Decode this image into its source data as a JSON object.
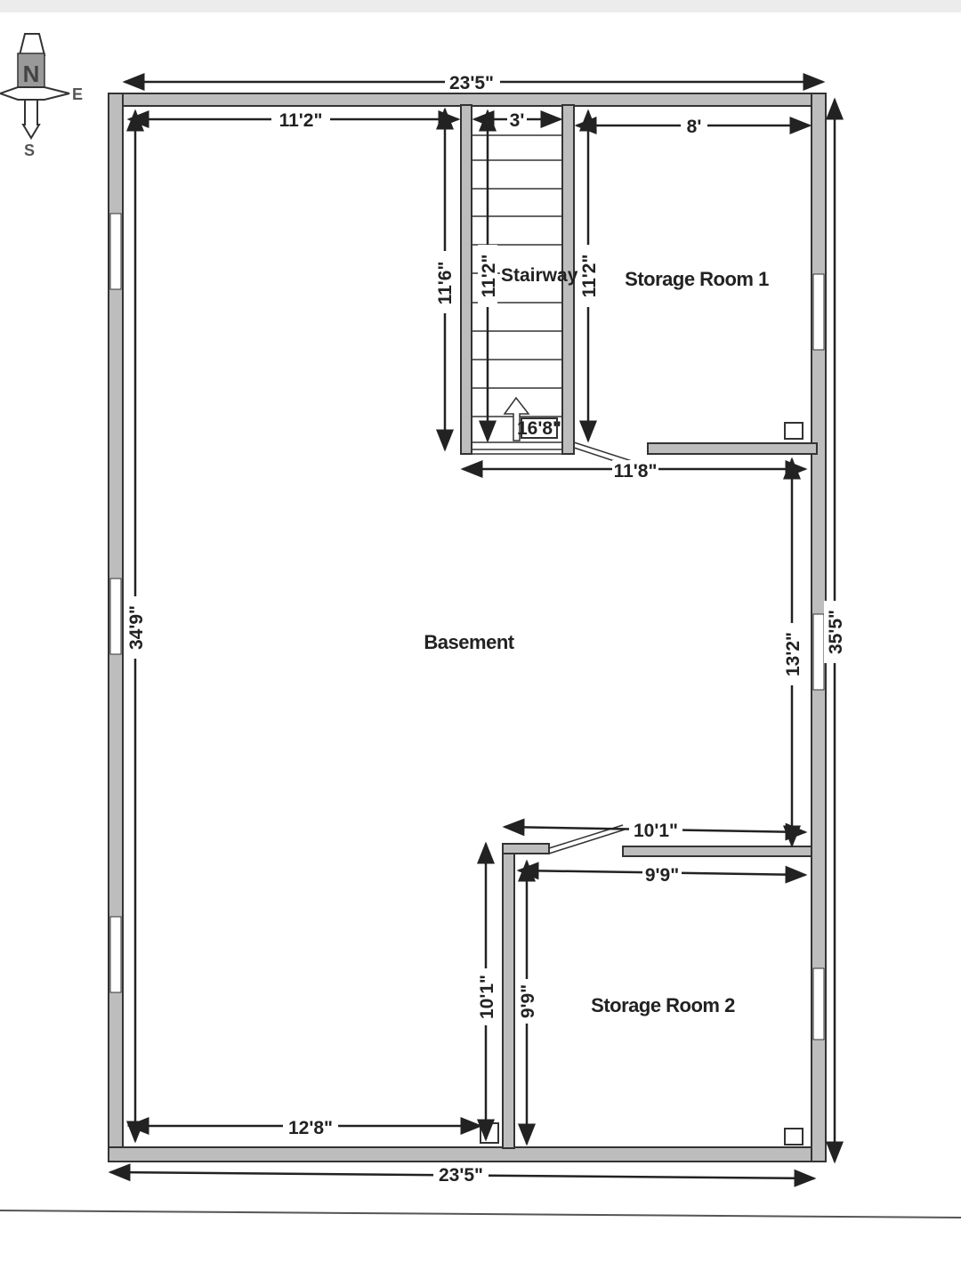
{
  "compass": {
    "north": "N",
    "east": "E",
    "south": "S"
  },
  "rooms": {
    "basement": "Basement",
    "storage_room_1": "Storage Room 1",
    "storage_room_2": "Storage Room 2",
    "stairway": "Stairway"
  },
  "dimensions": {
    "top_overall": "23'5\"",
    "bottom_overall": "23'5\"",
    "basement_top_width": "11'2\"",
    "stair_width": "3'",
    "storage1_width": "8'",
    "stair_outer_length": "11'6\"",
    "stair_inner_length": "11'2\"",
    "storage1_depth": "11'2\"",
    "stair_step": "16'8\"",
    "mid_width": "11'8\"",
    "left_height": "34'9\"",
    "right_height": "35'5\"",
    "right_mid_height": "13'2\"",
    "storage2_outer_width": "10'1\"",
    "storage2_inner_width": "9'9\"",
    "storage2_outer_depth": "10'1\"",
    "storage2_inner_depth": "9'9\"",
    "basement_bottom_width": "12'8\""
  }
}
